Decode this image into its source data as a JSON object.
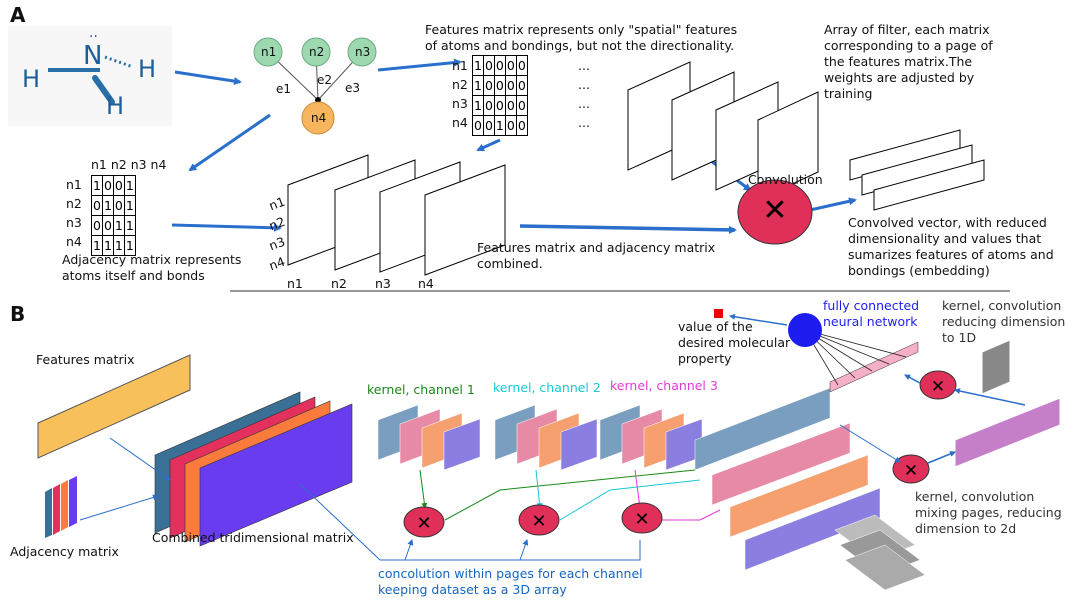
{
  "panel_a": {
    "label": "A",
    "molecule": {
      "atom_n": "N",
      "atom_h": "H"
    },
    "graph": {
      "nodes": [
        "n1",
        "n2",
        "n3",
        "n4"
      ],
      "edges": [
        "e1",
        "e2",
        "e3"
      ]
    },
    "features_caption": [
      "Features matrix represents only \"spatial\" features",
      "of atoms and bondings, but not the directionality."
    ],
    "features_matrix": {
      "rows": [
        "n1",
        "n2",
        "n3",
        "n4"
      ],
      "values": [
        [
          "1",
          "0",
          "0",
          "0",
          "0"
        ],
        [
          "1",
          "0",
          "0",
          "0",
          "0"
        ],
        [
          "1",
          "0",
          "0",
          "0",
          "0"
        ],
        [
          "0",
          "0",
          "1",
          "0",
          "0"
        ]
      ],
      "ellipsis": "..."
    },
    "filter_caption": [
      "Array of filter, each matrix",
      "corresponding to a page of",
      "the features matrix.The",
      "weights are adjusted by",
      "training"
    ],
    "adjacency": {
      "col_headers": "n1 n2 n3 n4",
      "rows": [
        "n1",
        "n2",
        "n3",
        "n4"
      ],
      "values": [
        [
          "1",
          "0",
          "0",
          "1"
        ],
        [
          "0",
          "1",
          "0",
          "1"
        ],
        [
          "0",
          "0",
          "1",
          "1"
        ],
        [
          "1",
          "1",
          "1",
          "1"
        ]
      ],
      "caption": [
        "Adjacency matrix represents",
        "atoms itself and bonds"
      ]
    },
    "combined": {
      "row_labels": [
        "n1",
        "n2",
        "n3",
        "n4"
      ],
      "col_labels": [
        "n1",
        "n2",
        "n3",
        "n4"
      ],
      "caption": [
        "Features matrix and adjacency matrix",
        "combined."
      ]
    },
    "convolution_label": "Convolution",
    "convolved_caption": [
      "Convolved vector, with reduced",
      "dimensionality and values that",
      "sumarizes features of atoms and",
      "bondings (embedding)"
    ]
  },
  "panel_b": {
    "label": "B",
    "features_matrix_label": "Features matrix",
    "adjacency_matrix_label": "Adjacency matrix",
    "combined_label": "Combined tridimensional matrix",
    "kernel_channels": [
      "kernel, channel 1",
      "kernel, channel 2",
      "kernel, channel 3"
    ],
    "within_pages_caption": [
      "concolution within pages for each channel",
      "keeping dataset as a 3D array"
    ],
    "fc_caption": [
      "fully connected",
      "neural network"
    ],
    "output_caption": [
      "value of the",
      "desired molecular",
      "property"
    ],
    "kernel_1d_caption": [
      "kernel, convolution",
      "reducing dimension",
      "to 1D"
    ],
    "kernel_2d_caption": [
      "kernel, convolution",
      "mixing pages, reducing",
      "dimension to 2d"
    ]
  },
  "colors": {
    "arrow": "#2a6fcb",
    "conv_node": "#e0305a",
    "features_rect": "#f8c05a",
    "page_blue": "#3a6f96",
    "page_red": "#e3305c",
    "page_orange": "#fb7b3c",
    "page_purple": "#6a3cf0",
    "channel_green": "#1a8a1a",
    "channel_cyan": "#16c9d6",
    "channel_magenta": "#e13ad7"
  }
}
